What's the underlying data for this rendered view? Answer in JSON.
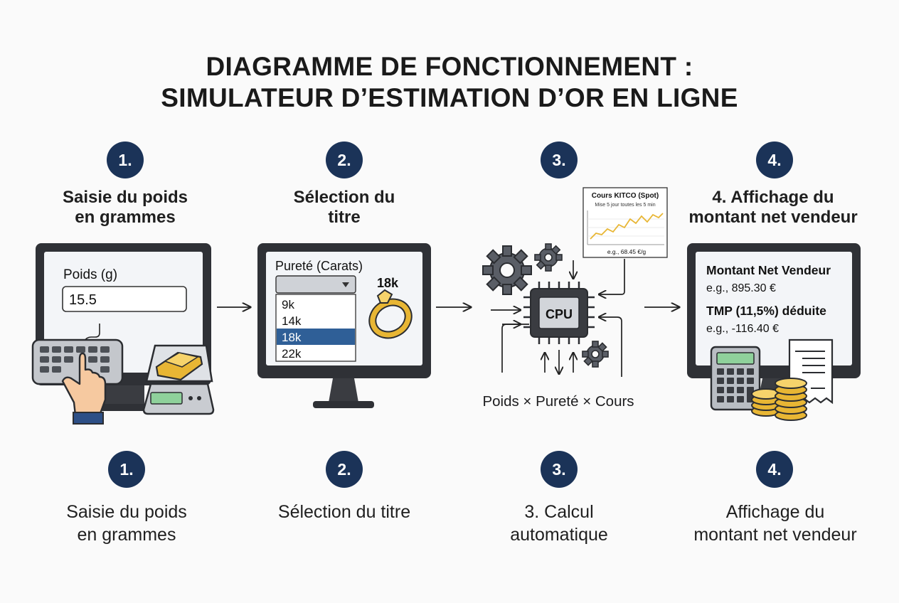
{
  "title": {
    "line1": "DIAGRAMME DE FONCTIONNEMENT :",
    "line2": "SIMULATEUR D’ESTIMATION D’OR EN LIGNE"
  },
  "steps": [
    {
      "badge": "1.",
      "top_line1": "Saisie du poids",
      "top_line2": "en grammes",
      "bottom_line1": "Saisie du poids",
      "bottom_line2": "en grammes"
    },
    {
      "badge": "2.",
      "top_line1": "Sélection du",
      "top_line2": "titre",
      "bottom_line1": "Sélection du titre",
      "bottom_line2": ""
    },
    {
      "badge": "3.",
      "top_line1": "",
      "top_line2": "",
      "bottom_line1": "3. Calcul",
      "bottom_line2": "automatique"
    },
    {
      "badge": "4.",
      "top_line1": "4. Affichage du",
      "top_line2": "montant net vendeur",
      "bottom_line1": "Affichage du",
      "bottom_line2": "montant net vendeur"
    }
  ],
  "screen1": {
    "field_label": "Poids (g)",
    "field_value": "15.5"
  },
  "screen2": {
    "select_label": "Pureté (Carats)",
    "options": [
      "9k",
      "14k",
      "18k",
      "22k"
    ],
    "selected_index": 2,
    "ring_label": "18k"
  },
  "calc": {
    "cpu_label": "CPU",
    "formula": "Poids × Pureté × Cours",
    "kitco_title": "Cours KITCO (Spot)",
    "kitco_sub": "Mise 5 jour toutes les 5 min",
    "kitco_value": "e.g., 68.45 €/g"
  },
  "screen4": {
    "net_label": "Montant Net Vendeur",
    "net_value": "e.g., 895.30 €",
    "tax_label": "TMP (11,5%) déduite",
    "tax_value": "e.g., -116.40 €"
  },
  "colors": {
    "navy": "#1b3358",
    "gold": "#e8b634",
    "selected": "#2f5f97",
    "screen_frame": "#2f3136"
  }
}
